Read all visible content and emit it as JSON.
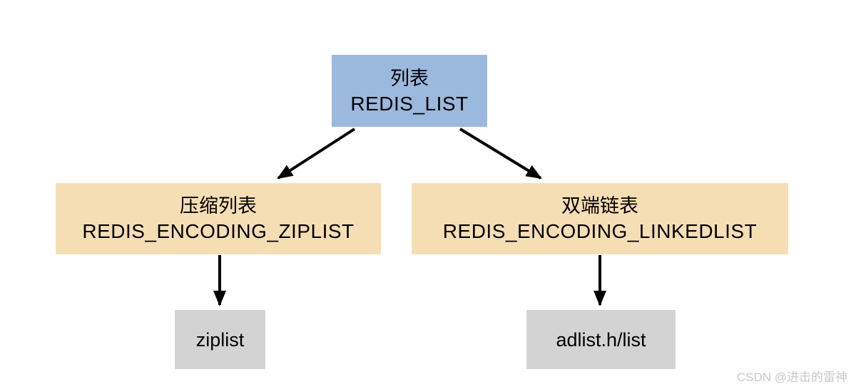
{
  "diagram": {
    "title_hint": "Redis list type encodings",
    "nodes": {
      "redis_list": {
        "title": "列表",
        "code": "REDIS_LIST"
      },
      "encoding_ziplist": {
        "title": "压缩列表",
        "code": "REDIS_ENCODING_ZIPLIST"
      },
      "encoding_linkedlist": {
        "title": "双端链表",
        "code": "REDIS_ENCODING_LINKEDLIST"
      },
      "impl_ziplist": {
        "label": "ziplist"
      },
      "impl_adlist": {
        "label": "adlist.h/list"
      }
    },
    "edges": [
      {
        "from": "redis_list",
        "to": "encoding_ziplist"
      },
      {
        "from": "redis_list",
        "to": "encoding_linkedlist"
      },
      {
        "from": "encoding_ziplist",
        "to": "impl_ziplist"
      },
      {
        "from": "encoding_linkedlist",
        "to": "impl_adlist"
      }
    ],
    "colors": {
      "root_fill": "#9bb8dd",
      "encoding_fill": "#f6deb4",
      "impl_fill": "#d3d3d3",
      "edge": "#000000",
      "text": "#000000",
      "watermark": "#c8c8c8",
      "background": "#ffffff"
    },
    "watermark": "CSDN @进击的雷神"
  }
}
